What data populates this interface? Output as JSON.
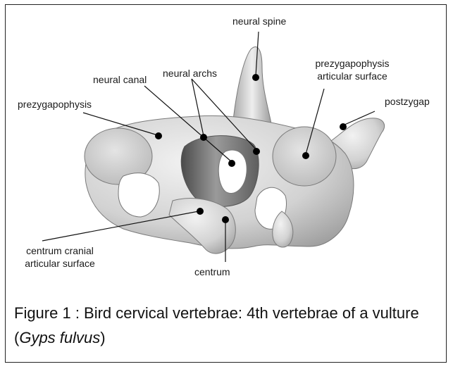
{
  "labels": {
    "neural_spine": "neural spine",
    "neural_canal": "neural canal",
    "neural_archs": "neural archs",
    "prezygapophysis": "prezygapophysis",
    "prezyg_surface_line1": "prezygapophysis",
    "prezyg_surface_line2": "articular surface",
    "postzygap": "postzygap",
    "centrum_cranial_line1": "centrum cranial",
    "centrum_cranial_line2": "articular surface",
    "centrum": "centrum"
  },
  "caption": {
    "text": "Figure 1 : Bird cervical vertebrae: 4th vertebrae of a vulture (",
    "species": "Gyps fulvus",
    "close": ")"
  },
  "colors": {
    "bone_light": "#e6e6e6",
    "bone_mid": "#c4c4c4",
    "bone_dark": "#8a8a8a",
    "canal_shadow": "#5a5a5a",
    "frame": "#222222"
  }
}
